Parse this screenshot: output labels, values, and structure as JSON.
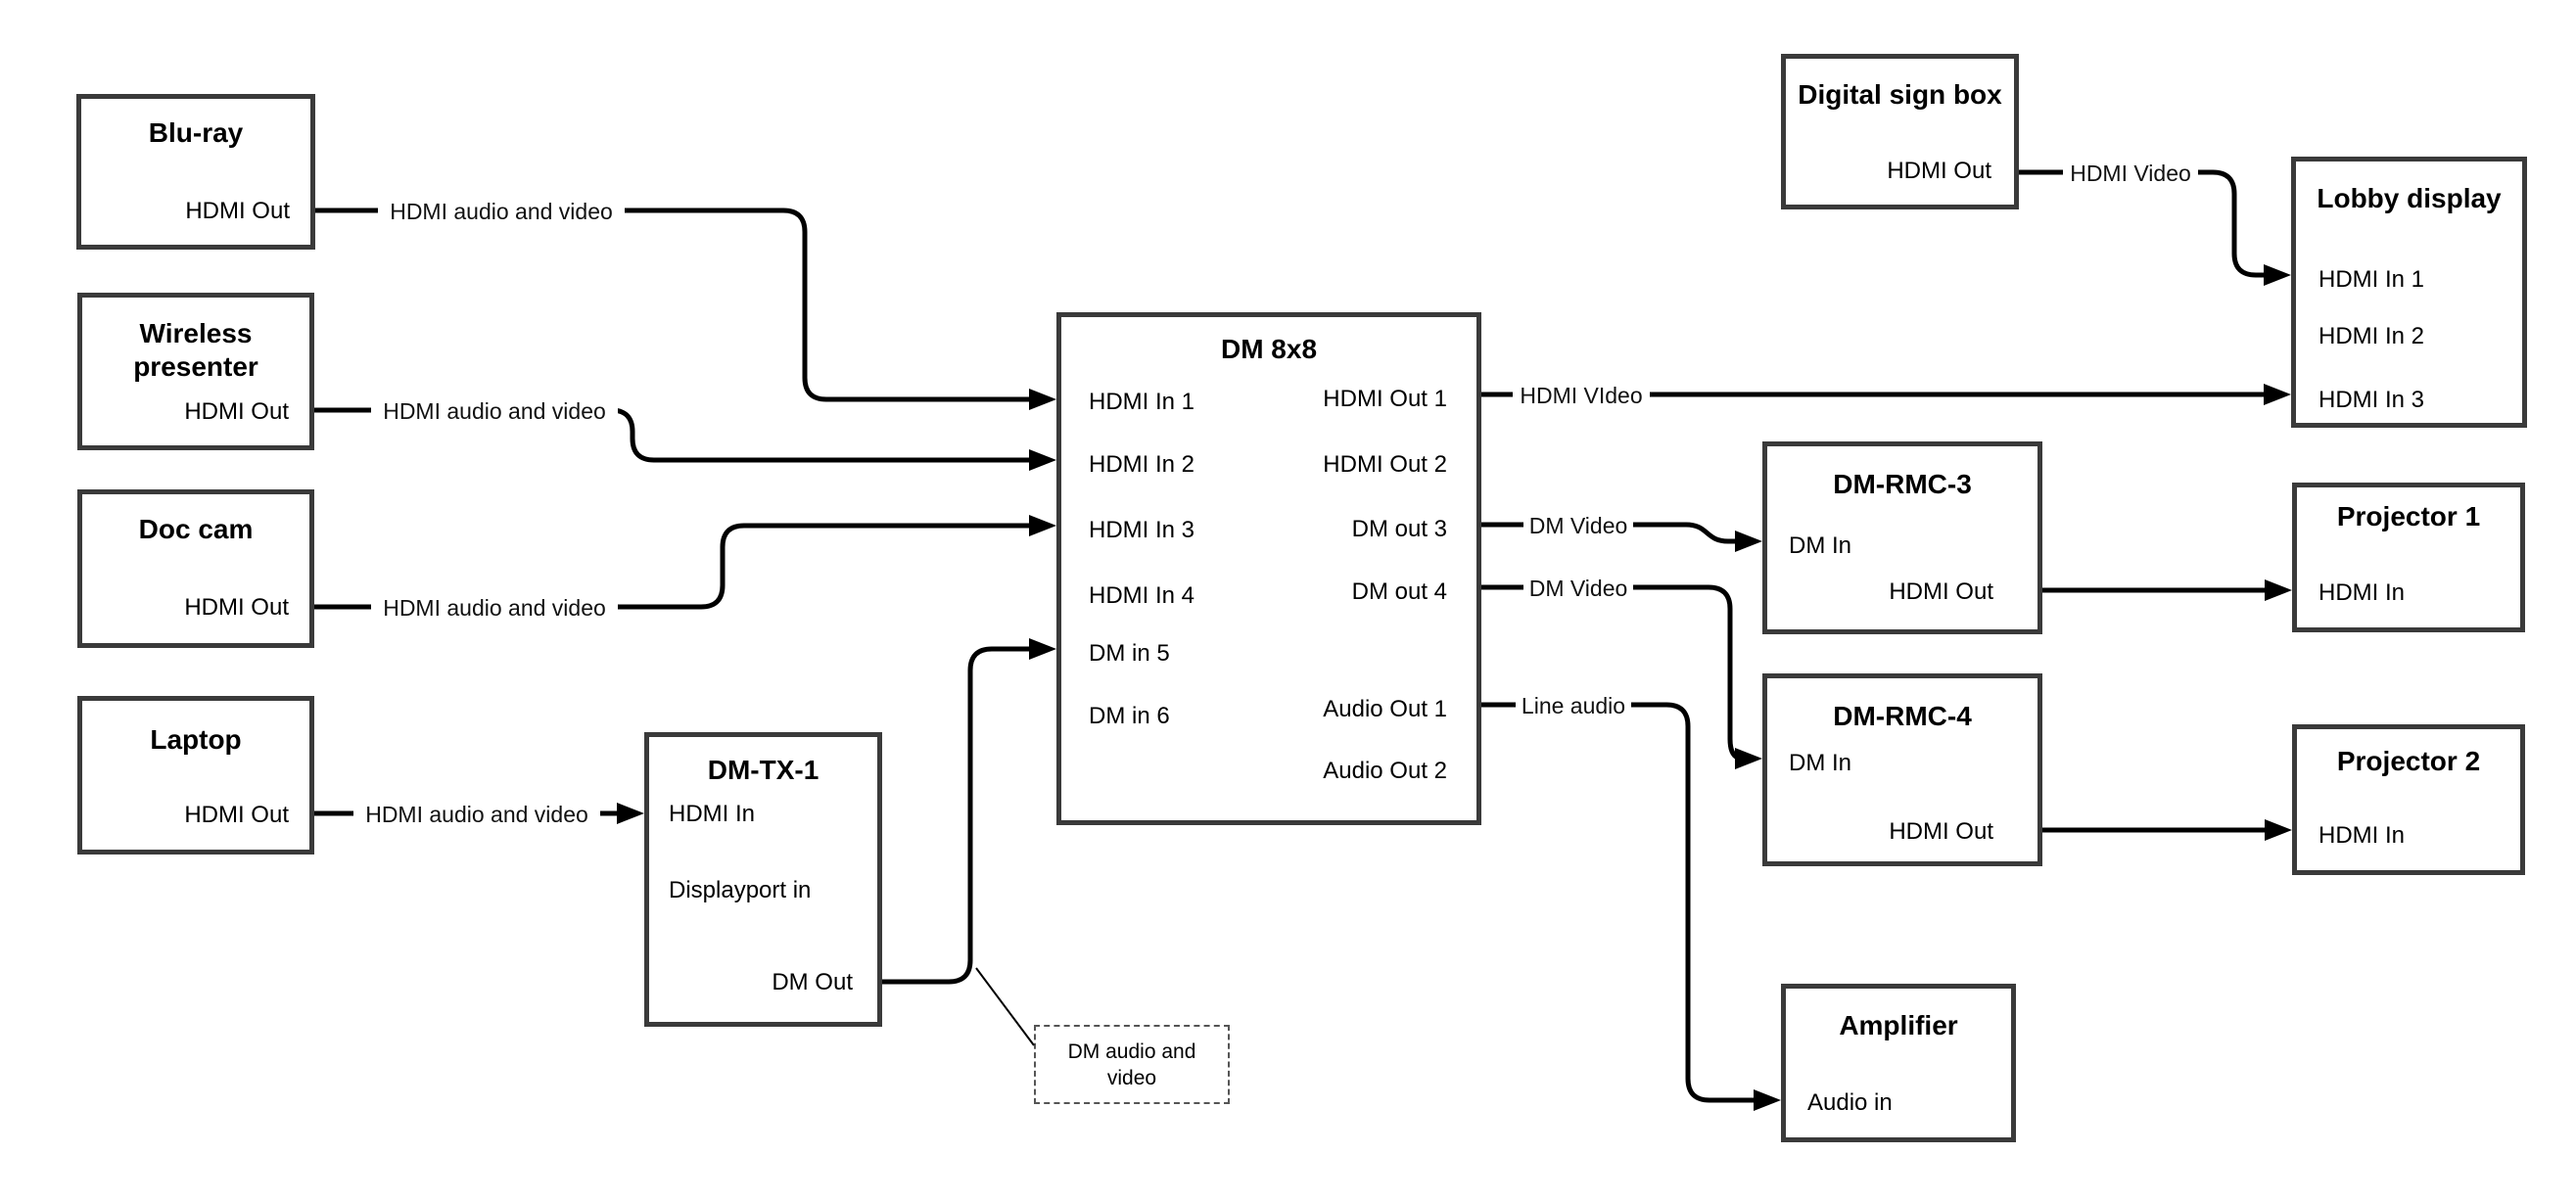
{
  "canvas": {
    "background": "#ffffff",
    "box_border_color": "#3a3a3a",
    "wire_color": "#000000",
    "text_color": "#000000"
  },
  "nodes": {
    "bluray": {
      "title": "Blu-ray",
      "ports": [
        "HDMI Out"
      ]
    },
    "wireless": {
      "title": "Wireless presenter",
      "ports": [
        "HDMI Out"
      ]
    },
    "doccam": {
      "title": "Doc cam",
      "ports": [
        "HDMI Out"
      ]
    },
    "laptop": {
      "title": "Laptop",
      "ports": [
        "HDMI Out"
      ]
    },
    "dmtx1": {
      "title": "DM-TX-1",
      "ports": [
        "HDMI In",
        "Displayport in",
        "DM Out"
      ]
    },
    "dm8x8": {
      "title": "DM 8x8",
      "left_ports": [
        "HDMI In 1",
        "HDMI In 2",
        "HDMI In 3",
        "HDMI In 4",
        "DM in 5",
        "DM in 6"
      ],
      "right_ports": [
        "HDMI Out 1",
        "HDMI Out 2",
        "DM out 3",
        "DM out 4",
        "Audio Out 1",
        "Audio Out 2"
      ]
    },
    "digitalsign": {
      "title": "Digital sign box",
      "ports": [
        "HDMI Out"
      ]
    },
    "lobby": {
      "title": "Lobby display",
      "ports": [
        "HDMI In 1",
        "HDMI In 2",
        "HDMI In 3"
      ]
    },
    "dmrmc3": {
      "title": "DM-RMC-3",
      "ports": [
        "DM In",
        "HDMI Out"
      ]
    },
    "proj1": {
      "title": "Projector 1",
      "ports": [
        "HDMI In"
      ]
    },
    "dmrmc4": {
      "title": "DM-RMC-4",
      "ports": [
        "DM In",
        "HDMI Out"
      ]
    },
    "proj2": {
      "title": "Projector 2",
      "ports": [
        "HDMI In"
      ]
    },
    "amplifier": {
      "title": "Amplifier",
      "ports": [
        "Audio in"
      ]
    }
  },
  "note": {
    "text": "DM audio and video"
  },
  "wire_labels": [
    {
      "text": "HDMI audio and video"
    },
    {
      "text": "HDMI audio and video"
    },
    {
      "text": "HDMI audio and video"
    },
    {
      "text": "HDMI audio and video"
    },
    {
      "text": "HDMI VIdeo"
    },
    {
      "text": "DM Video"
    },
    {
      "text": "DM Video"
    },
    {
      "text": "Line audio"
    },
    {
      "text": "HDMI Video"
    }
  ]
}
